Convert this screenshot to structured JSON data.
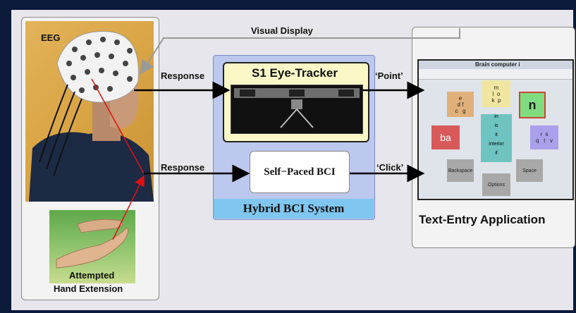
{
  "labels": {
    "visual_display": "Visual Display",
    "eeg": "EEG",
    "response_top": "Response",
    "response_bottom": "Response",
    "eye_tracker": "S1 Eye-Tracker",
    "point": "‘Point’",
    "click": "‘Click’",
    "self_paced_bci": "Self−Paced BCI",
    "hybrid_bci": "Hybrid BCI System",
    "text_entry": "Text-Entry Application",
    "attempted": "Attempted",
    "hand_extension": "Hand Extension"
  },
  "app": {
    "window_title": "Brain computer i",
    "tiles": {
      "t1": "e\nd f\nc   g",
      "t2": "m\nl  o\nk  p",
      "t3": "n",
      "t4": "ba",
      "t5": "r  s\nq   t   v",
      "backspace": "Backspace",
      "space": "Space",
      "options": "Options"
    },
    "suggestions": [
      "in",
      "is",
      "it",
      "interior",
      "if"
    ]
  },
  "colors": {
    "background_frame": "#0b1a3a",
    "canvas": "#e6e6ec",
    "hybrid_box": "#bcc8ee",
    "hybrid_title": "#7fc6f0",
    "tracker_box": "#fbf8c8",
    "arrow_black": "#000000",
    "arrow_red": "#e01010",
    "arrow_gray": "#8c8c8c"
  }
}
